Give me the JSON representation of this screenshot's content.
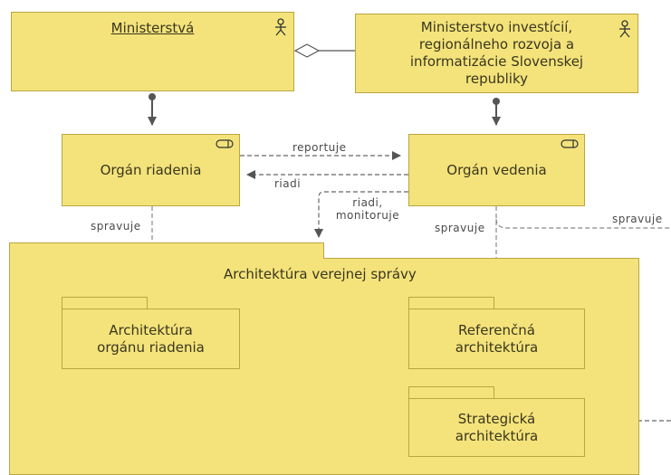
{
  "elements": {
    "ministerstva": "Ministerstvá",
    "mirri": "Ministerstvo investícií, regionálneho rozvoja a informatizácie Slovenskej republiky",
    "organ_riadenia": "Orgán riadenia",
    "organ_vedenia": "Orgán vedenia",
    "architektura_vs": "Architektúra verejnej správy",
    "architektura_or": "Architektúra orgánu riadenia",
    "referencna": "Referenčná architektúra",
    "strategicka": "Strategická architektúra"
  },
  "relations": {
    "reportuje": "reportuje",
    "riadi": "riadi",
    "riadi_monitoruje": "riadi, monitoruje",
    "spravuje_left": "spravuje",
    "spravuje_mid": "spravuje",
    "spravuje_right": "spravuje"
  },
  "icons": {
    "actor": "actor-icon",
    "service": "business-service-icon"
  },
  "colors": {
    "fill": "#f4e37a",
    "stroke": "#b8a640",
    "relation": "#666666"
  }
}
